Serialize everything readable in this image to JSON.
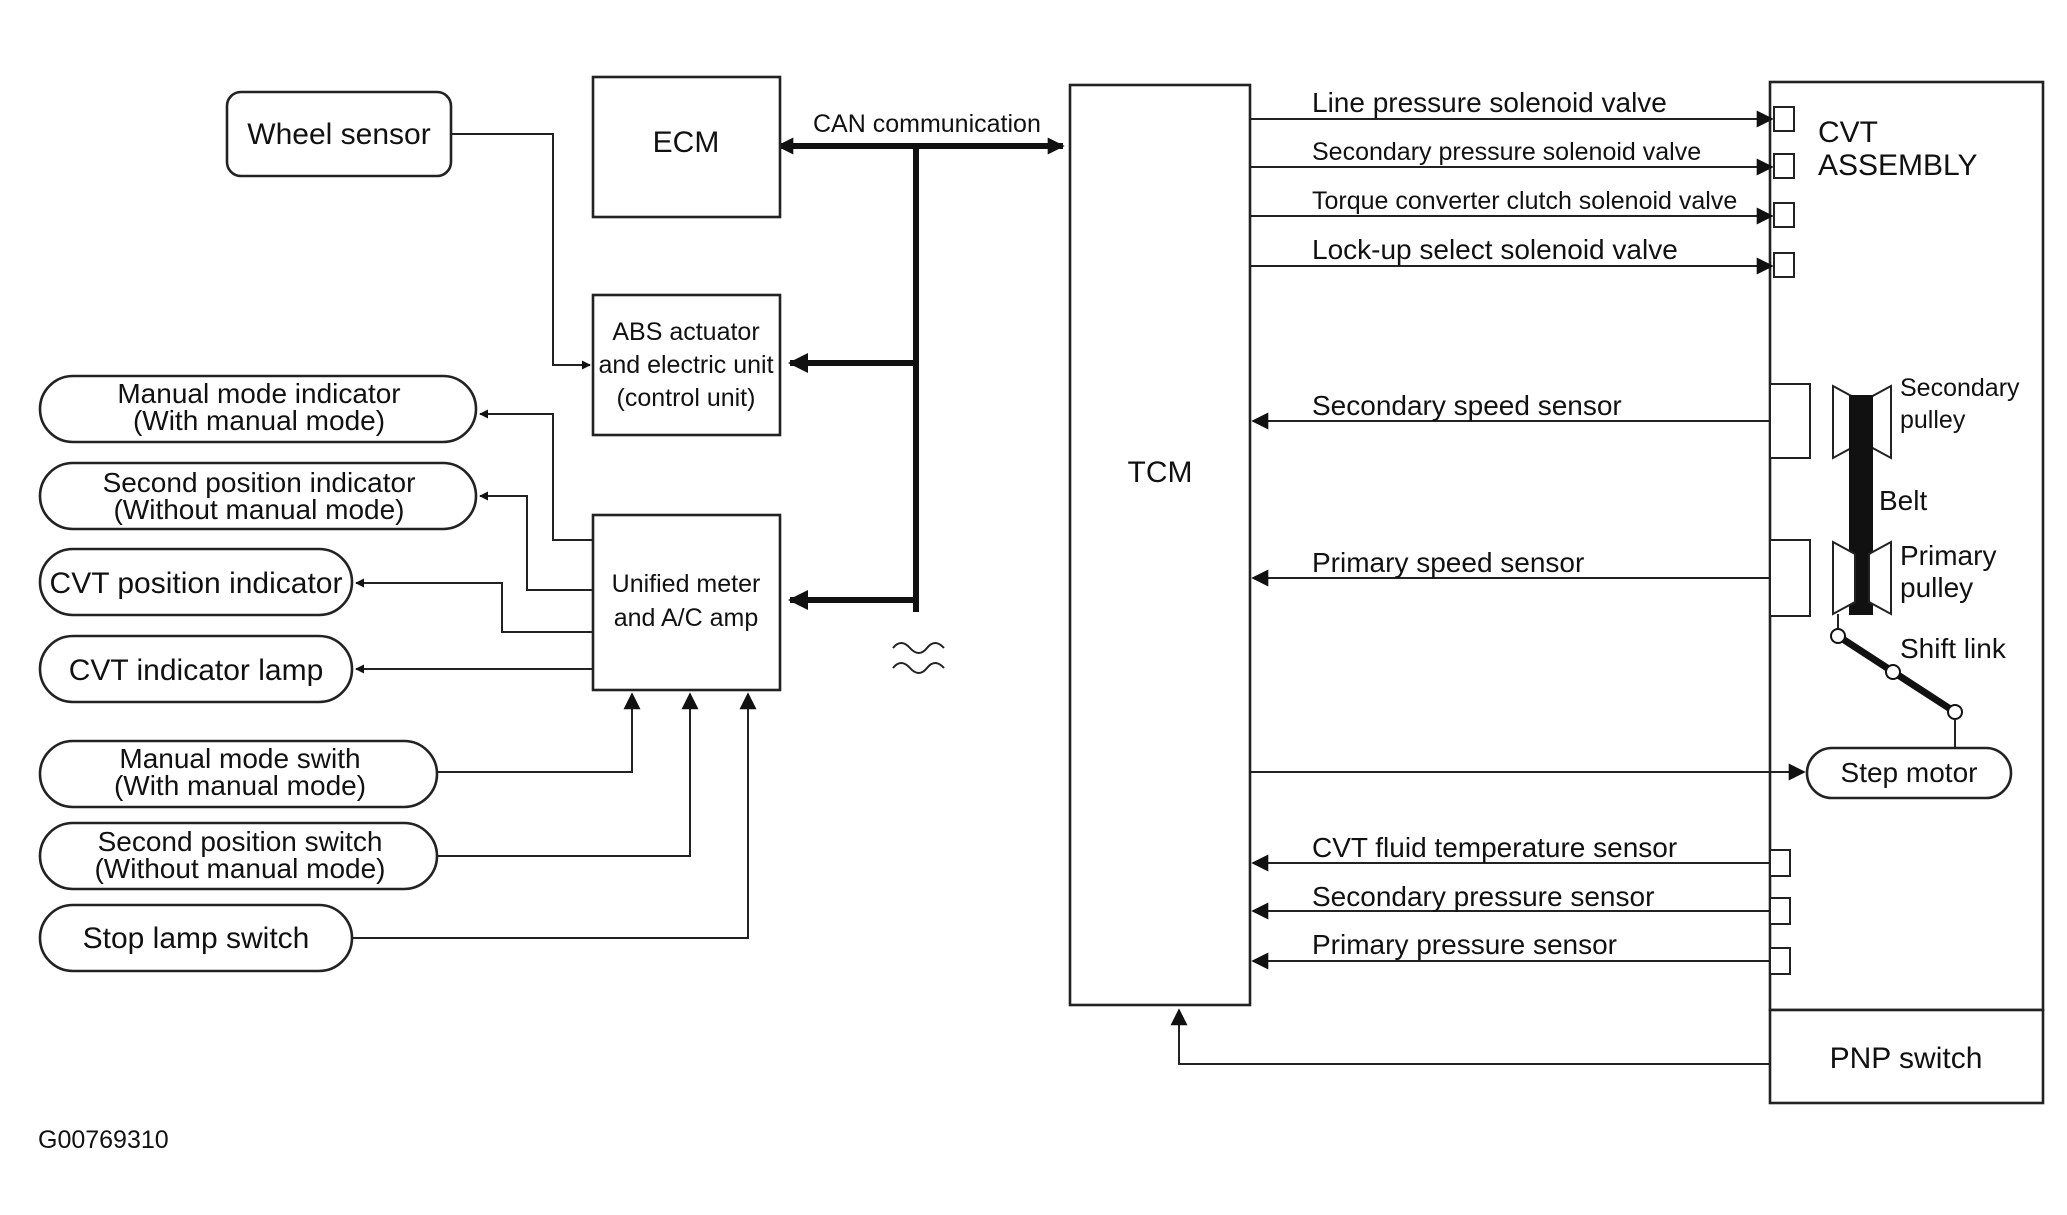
{
  "colors": {
    "line": "#222222",
    "background": "#ffffff"
  },
  "blocks": {
    "wheel_sensor": "Wheel sensor",
    "ecm": "ECM",
    "abs_unit": [
      "ABS actuator",
      "and electric unit",
      "(control unit)"
    ],
    "unified_meter": [
      "Unified meter",
      "and A/C amp"
    ],
    "tcm": "TCM",
    "cvt_assembly": [
      "CVT",
      "ASSEMBLY"
    ],
    "pnp_switch": "PNP switch",
    "step_motor": "Step motor"
  },
  "bus_label": "CAN communication",
  "left_outputs": [
    [
      "Manual mode indicator",
      "(With manual mode)"
    ],
    [
      "Second position indicator",
      "(Without manual mode)"
    ],
    [
      "CVT position indicator"
    ],
    [
      "CVT  indicator lamp"
    ]
  ],
  "left_inputs": [
    [
      "Manual mode swith",
      "(With manual mode)"
    ],
    [
      "Second position switch",
      "(Without manual mode)"
    ],
    [
      "Stop lamp switch"
    ]
  ],
  "tcm_outputs": [
    "Line pressure solenoid valve",
    "Secondary pressure solenoid valve",
    "Torque converter clutch solenoid valve",
    "Lock-up select solenoid valve"
  ],
  "tcm_inputs": [
    "Secondary speed sensor",
    "Primary speed sensor",
    "CVT fluid temperature sensor",
    "Secondary pressure sensor",
    "Primary pressure sensor"
  ],
  "mechanism_labels": {
    "secondary_pulley": [
      "Secondary",
      "pulley"
    ],
    "belt": "Belt",
    "primary_pulley": [
      "Primary",
      "pulley"
    ],
    "shift_link": "Shift link"
  },
  "figure_id": "G00769310"
}
